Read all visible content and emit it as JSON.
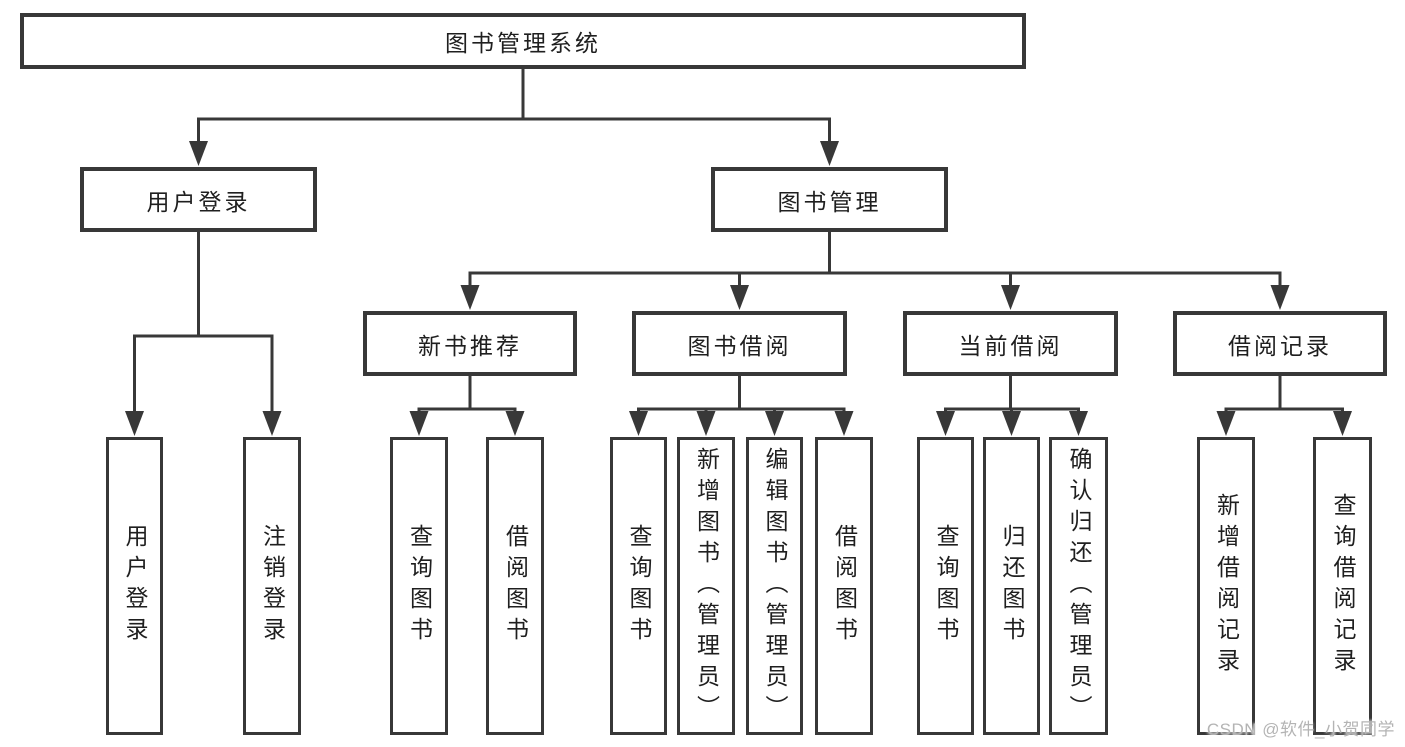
{
  "root": {
    "label": "图书管理系统"
  },
  "branches": {
    "user_login": {
      "label": "用户登录",
      "children": [
        "用户登录",
        "注销登录"
      ]
    },
    "book_management": {
      "label": "图书管理",
      "children": {
        "new_book_recommend": {
          "label": "新书推荐",
          "children": [
            "查询图书",
            "借阅图书"
          ]
        },
        "book_borrowing": {
          "label": "图书借阅",
          "children": [
            "查询图书",
            "新增图书（管理员）",
            "编辑图书（管理员）",
            "借阅图书"
          ]
        },
        "current_borrowing": {
          "label": "当前借阅",
          "children": [
            "查询图书",
            "归还图书",
            "确认归还（管理员）"
          ]
        },
        "borrowing_records": {
          "label": "借阅记录",
          "children": [
            "新增借阅记录",
            "查询借阅记录"
          ]
        }
      }
    }
  },
  "watermark": {
    "label": "CSDN @软件_小贺同学"
  },
  "colors": {
    "line": "#383838",
    "box_border": "#383838",
    "box_background": "#ffffff",
    "text": "#1f1f1f",
    "watermark_text": "#b4b4b4"
  }
}
